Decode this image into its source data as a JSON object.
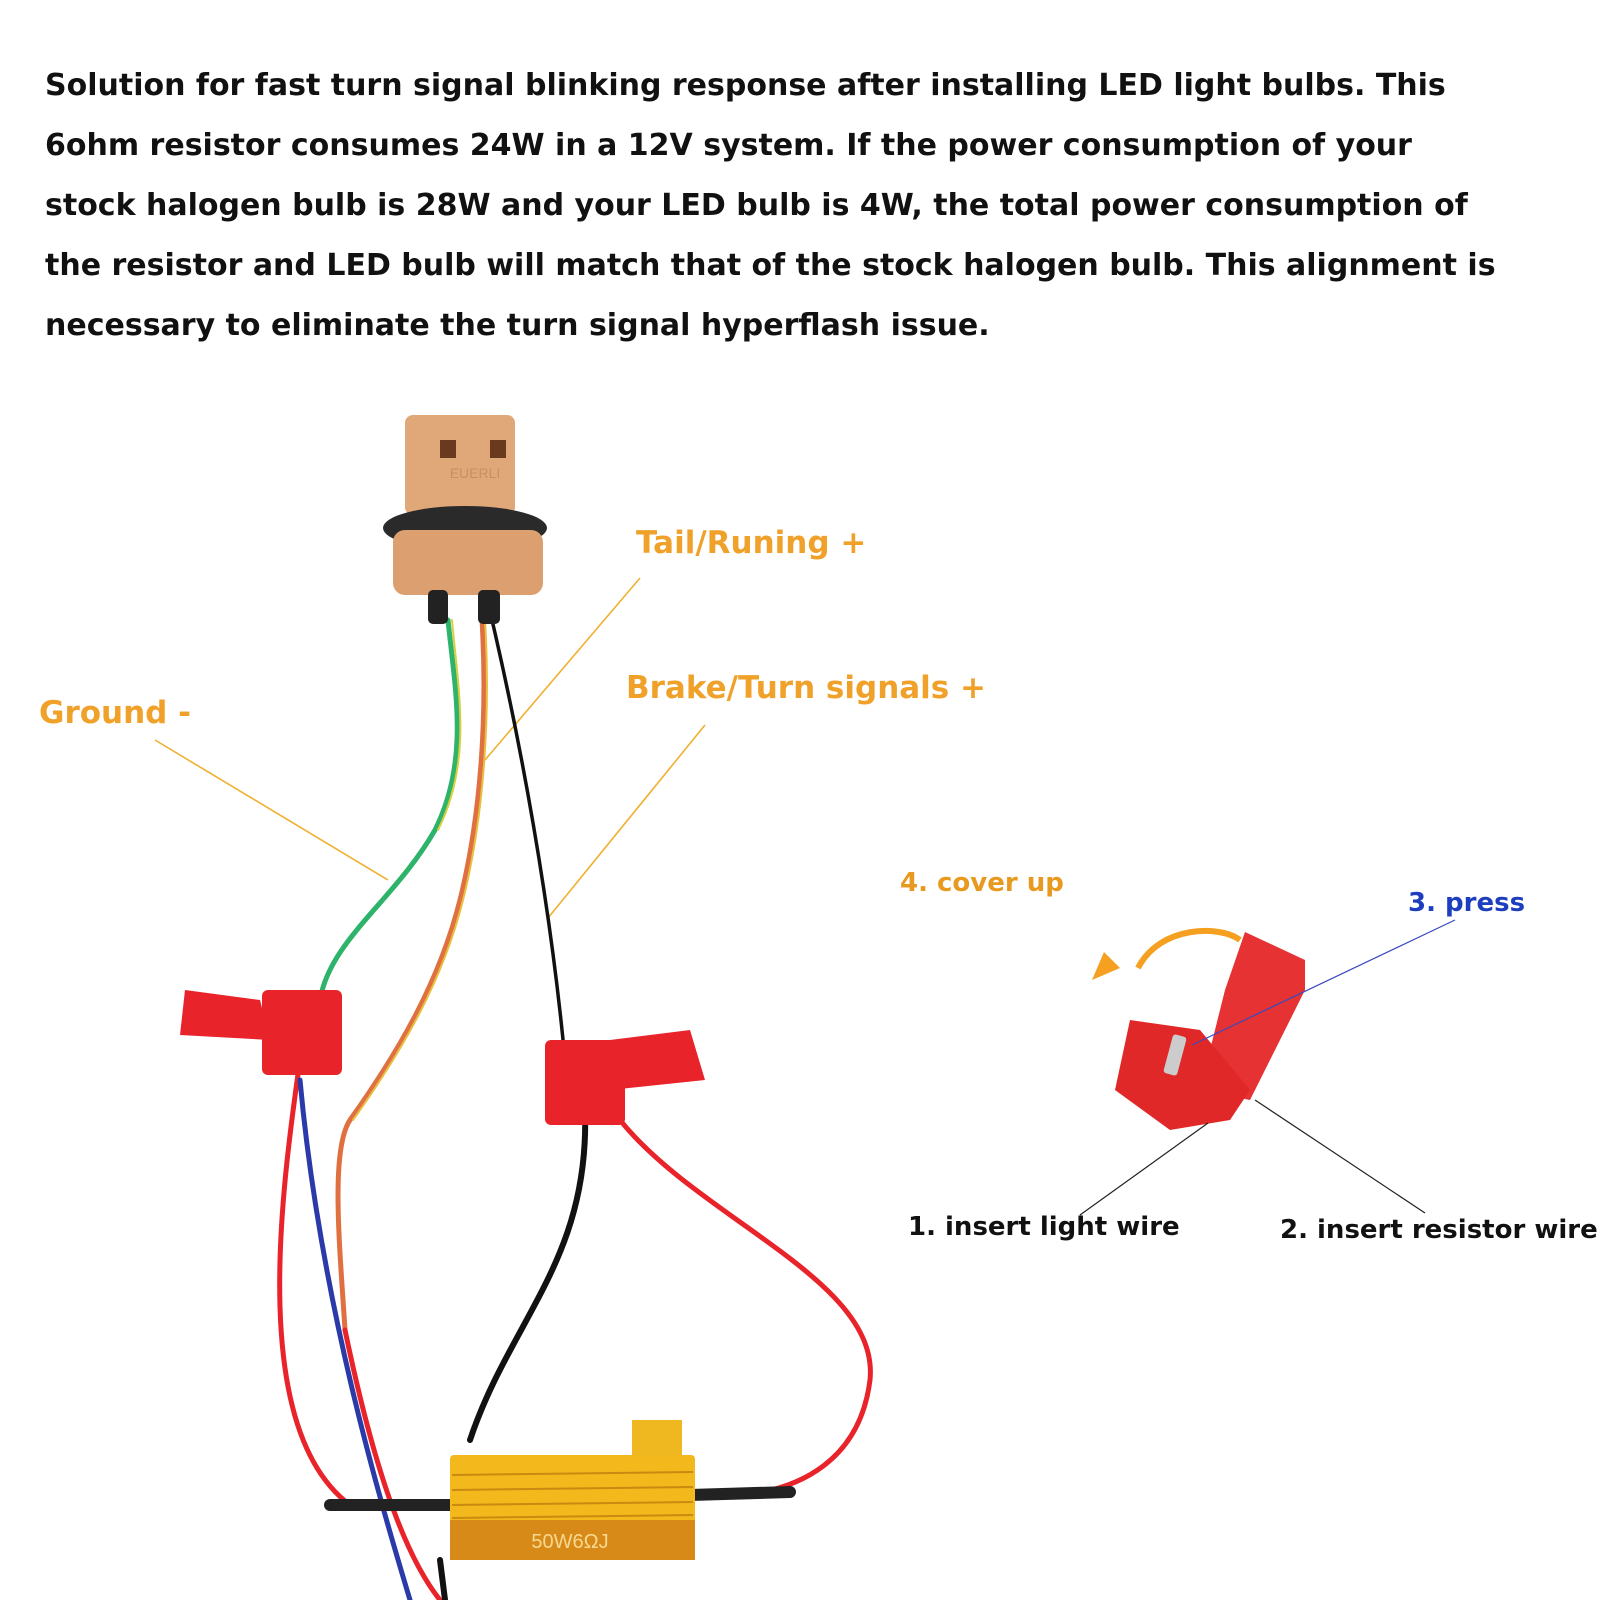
{
  "description": {
    "lines": [
      "Solution for fast turn signal blinking response after installing LED light bulbs. This",
      "6ohm resistor consumes 24W in a 12V system. If the power consumption of your",
      "stock halogen bulb is 28W and your LED bulb is 4W, the total power consumption of",
      "the resistor and LED bulb will match that of the stock halogen bulb. This alignment is",
      "necessary to eliminate the turn signal hyperflash issue."
    ]
  },
  "wiring_labels": {
    "tail": "Tail/Runing +",
    "brake": "Brake/Turn signals +",
    "ground": "Ground -"
  },
  "connector_steps": {
    "cover": "4. cover up",
    "press": "3. press",
    "insert_light": "1. insert light wire",
    "insert_resistor": "2. insert resistor wire"
  },
  "parts": {
    "socket_brand": "EUERLI",
    "resistor_marking": "50W6ΩJ"
  },
  "colors": {
    "label_orange": "#f0a12a",
    "press_blue": "#1d3fbf",
    "tap_red": "#e8232a",
    "resistor_gold": "#f2b81c"
  }
}
